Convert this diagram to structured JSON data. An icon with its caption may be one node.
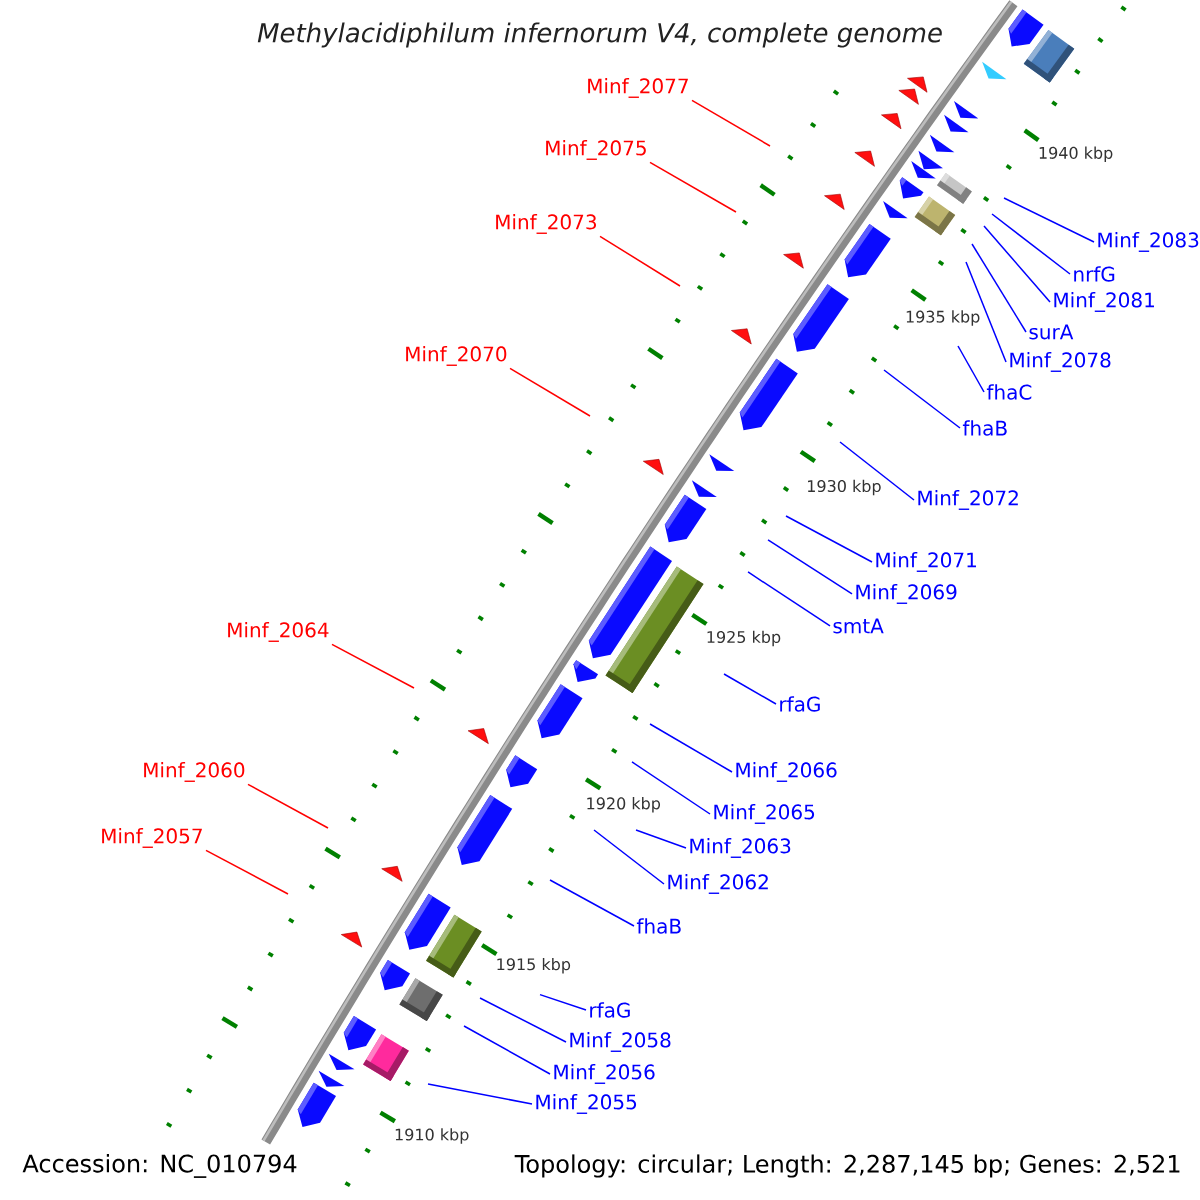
{
  "diagram": {
    "title": "Methylacidiphilum infernorum V4, complete genome",
    "nodes": [
      {
        "text": [
          "Minf_2077"
        ]
      },
      {
        "text": [
          "Minf_2075"
        ]
      },
      {
        "text": [
          "Minf_2073"
        ]
      },
      {
        "text": [
          "Minf_2083"
        ]
      },
      {
        "text": [
          "nrfG"
        ]
      },
      {
        "text": [
          "Minf_2081"
        ]
      },
      {
        "text": [
          "surA"
        ]
      },
      {
        "text": [
          "Minf_2070"
        ]
      },
      {
        "text": [
          "Minf_2078"
        ]
      },
      {
        "text": [
          "fhaC"
        ]
      },
      {
        "text": [
          "fhaB"
        ]
      },
      {
        "text": [
          "Minf_2072"
        ]
      },
      {
        "text": [
          "Minf_2071"
        ]
      },
      {
        "text": [
          "Minf_2069"
        ]
      },
      {
        "text": [
          "smtA"
        ]
      },
      {
        "text": [
          "Minf_2064"
        ]
      },
      {
        "text": [
          "rfaG"
        ]
      },
      {
        "text": [
          "Minf_2060"
        ]
      },
      {
        "text": [
          "Minf_2066"
        ]
      },
      {
        "text": [
          "Minf_2065"
        ]
      },
      {
        "text": [
          "Minf_2057"
        ]
      },
      {
        "text": [
          "Minf_2063"
        ]
      },
      {
        "text": [
          "Minf_2062"
        ]
      },
      {
        "text": [
          "fhaB"
        ]
      },
      {
        "text": [
          "rfaG"
        ]
      },
      {
        "text": [
          "Minf_2058"
        ]
      },
      {
        "text": [
          "Minf_2056"
        ]
      },
      {
        "text": [
          "Minf_2055"
        ]
      }
    ],
    "edges": [
      {
        "from": 0,
        "to": null,
        "arrow": "none",
        "color": "#ff0000"
      },
      {
        "from": 1,
        "to": null,
        "arrow": "none",
        "color": "#ff0000"
      },
      {
        "from": 2,
        "to": null,
        "arrow": "none",
        "color": "#ff0000"
      },
      {
        "from": 3,
        "to": null,
        "arrow": "none"
      },
      {
        "from": 4,
        "to": null,
        "arrow": "none"
      },
      {
        "from": 5,
        "to": null,
        "arrow": "none"
      },
      {
        "from": 6,
        "to": null,
        "arrow": "none"
      },
      {
        "from": 7,
        "to": null,
        "arrow": "none",
        "color": "#ff0000"
      },
      {
        "from": 8,
        "to": null,
        "arrow": "none"
      },
      {
        "from": 9,
        "to": null,
        "arrow": "none"
      },
      {
        "from": 10,
        "to": null,
        "arrow": "none"
      },
      {
        "from": 11,
        "to": null,
        "arrow": "none"
      },
      {
        "from": 12,
        "to": null,
        "arrow": "none"
      },
      {
        "from": 13,
        "to": null,
        "arrow": "none"
      },
      {
        "from": 14,
        "to": null,
        "arrow": "none"
      },
      {
        "from": 15,
        "to": null,
        "arrow": "none",
        "color": "#ff0000"
      },
      {
        "from": 16,
        "to": null,
        "arrow": "none"
      },
      {
        "from": 17,
        "to": null,
        "arrow": "none",
        "color": "#ff0000"
      },
      {
        "from": 18,
        "to": null,
        "arrow": "none"
      },
      {
        "from": 19,
        "to": null,
        "arrow": "none"
      },
      {
        "from": 20,
        "to": null,
        "arrow": "none",
        "color": "#ff0000"
      },
      {
        "from": 21,
        "to": null,
        "arrow": "none"
      },
      {
        "from": 22,
        "to": null,
        "arrow": "none"
      },
      {
        "from": 23,
        "to": null,
        "arrow": "none"
      },
      {
        "from": 24,
        "to": null,
        "arrow": "none"
      },
      {
        "from": 25,
        "to": null,
        "arrow": "none"
      },
      {
        "from": 26,
        "to": null,
        "arrow": "none"
      },
      {
        "from": 27,
        "to": null,
        "arrow": "none"
      }
    ],
    "labels": [
      "1940 kbp",
      "1935 kbp",
      "1930 kbp",
      "1925 kbp",
      "1920 kbp",
      "1915 kbp",
      "1910 kbp",
      "Accession: NC_010794",
      "Topology: circular; Length: 2,287,145 bp; Genes: 2,521"
    ]
  }
}
